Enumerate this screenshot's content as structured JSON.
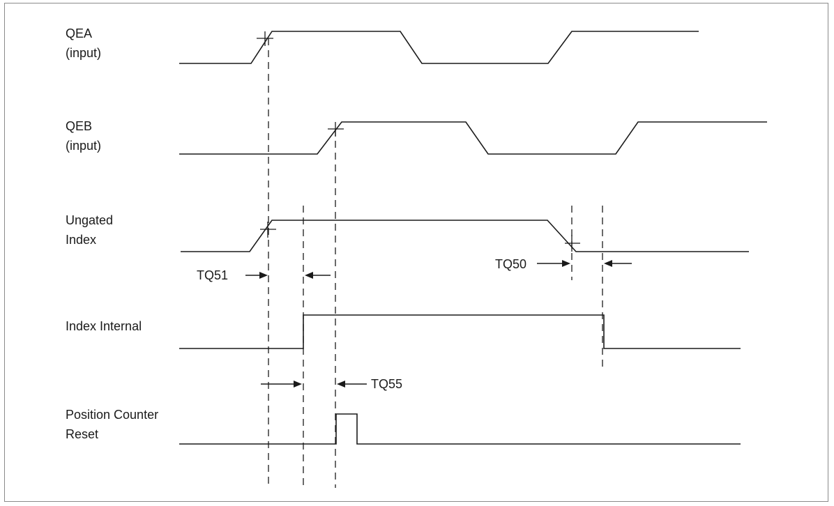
{
  "signals": {
    "qea": {
      "line1": "QEA",
      "line2": "(input)"
    },
    "qeb": {
      "line1": "QEB",
      "line2": "(input)"
    },
    "ungated_index": {
      "line1": "Ungated",
      "line2": "Index"
    },
    "index_internal": {
      "line1": "Index Internal"
    },
    "position_counter_reset": {
      "line1": "Position Counter",
      "line2": "Reset"
    }
  },
  "timing": {
    "tq51": "TQ51",
    "tq50": "TQ50",
    "tq55": "TQ55"
  },
  "colors": {
    "stroke": "#1a1a1a",
    "frame": "#8a8a8a",
    "background": "#ffffff"
  }
}
